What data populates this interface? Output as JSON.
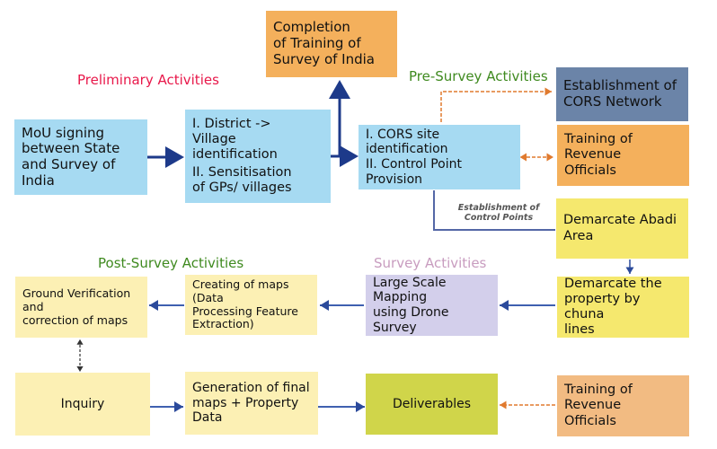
{
  "section_labels": {
    "preliminary": "Preliminary Activities",
    "pre_survey": "Pre-Survey Activities",
    "survey": "Survey Activities",
    "post_survey": "Post-Survey Activities"
  },
  "section_colors": {
    "preliminary": "#e8184a",
    "pre_survey": "#3f8a1f",
    "survey": "#c89cbf",
    "post_survey": "#3f8a1f"
  },
  "boxes": {
    "mou": [
      "MoU signing",
      "between State",
      "and Survey of India"
    ],
    "district": [
      "I. District ->",
      "Village identification",
      "II. Sensitisation",
      "of GPs/ villages"
    ],
    "completion_training": [
      "Completion",
      "of Training of",
      "Survey of India"
    ],
    "cors": [
      "I. CORS site identification",
      "II. Control Point Provision"
    ],
    "cors_network": [
      "Establishment of",
      "CORS Network"
    ],
    "training_revenue_top": [
      "Training of Revenue",
      "Officials"
    ],
    "demarcate_abadi": [
      "Demarcate Abadi",
      "Area"
    ],
    "demarcate_property": [
      "Demarcate the",
      "property by chuna",
      "lines"
    ],
    "drone_mapping": [
      "Large Scale Mapping",
      "using Drone Survey"
    ],
    "creating_maps": [
      "Creating of maps (Data",
      "Processing Feature",
      "Extraction)"
    ],
    "ground_verification": [
      "Ground Verification and",
      "correction of maps"
    ],
    "inquiry": [
      "Inquiry"
    ],
    "final_maps": [
      "Generation of final",
      "maps + Property",
      "Data"
    ],
    "deliverables": [
      "Deliverables"
    ],
    "training_revenue_bottom": [
      "Training of Revenue",
      "Officials"
    ]
  },
  "connector_labels": {
    "control_points": [
      "Establishment of",
      "Control Points"
    ]
  }
}
